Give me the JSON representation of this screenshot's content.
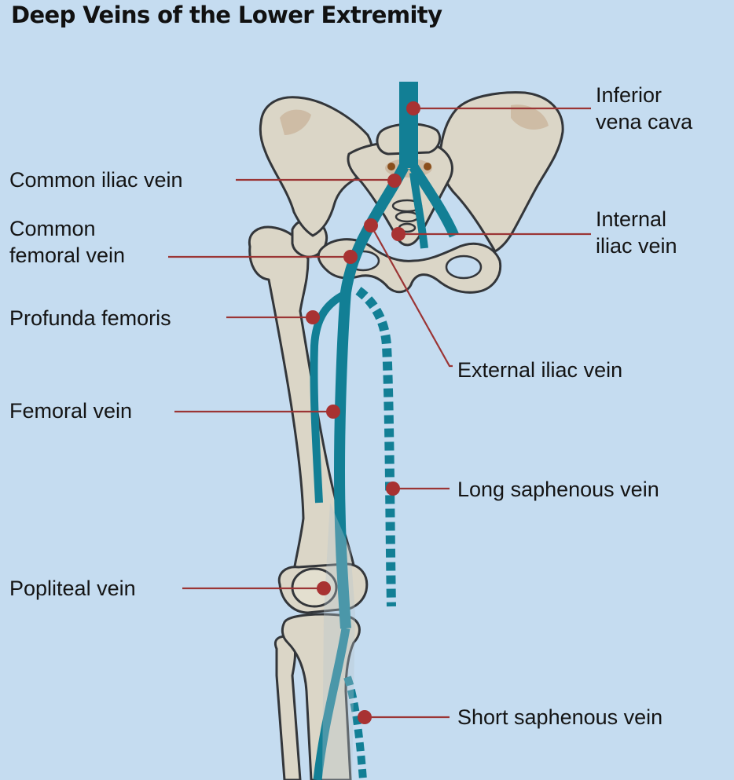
{
  "title": "Deep Veins of the Lower Extremity",
  "labels": {
    "ivc": [
      "Inferior",
      "vena cava"
    ],
    "common_iliac": [
      "Common iliac vein"
    ],
    "common_femoral": [
      "Common",
      "femoral vein"
    ],
    "internal_iliac": [
      "Internal",
      "iliac vein"
    ],
    "profunda": [
      "Profunda femoris"
    ],
    "external_iliac": [
      "External iliac vein"
    ],
    "femoral": [
      "Femoral vein"
    ],
    "long_saphenous": [
      "Long saphenous vein"
    ],
    "popliteal": [
      "Popliteal vein"
    ],
    "short_saphenous": [
      "Short saphenous vein"
    ]
  },
  "colors": {
    "background": "#c5dcf0",
    "bone": "#dbd6c7",
    "bone_outline": "#33363a",
    "bone_shadow": "#c9b39a",
    "vein": "#127f95",
    "marker": "#a83232",
    "leader": "#9b3535",
    "text": "#141414"
  }
}
